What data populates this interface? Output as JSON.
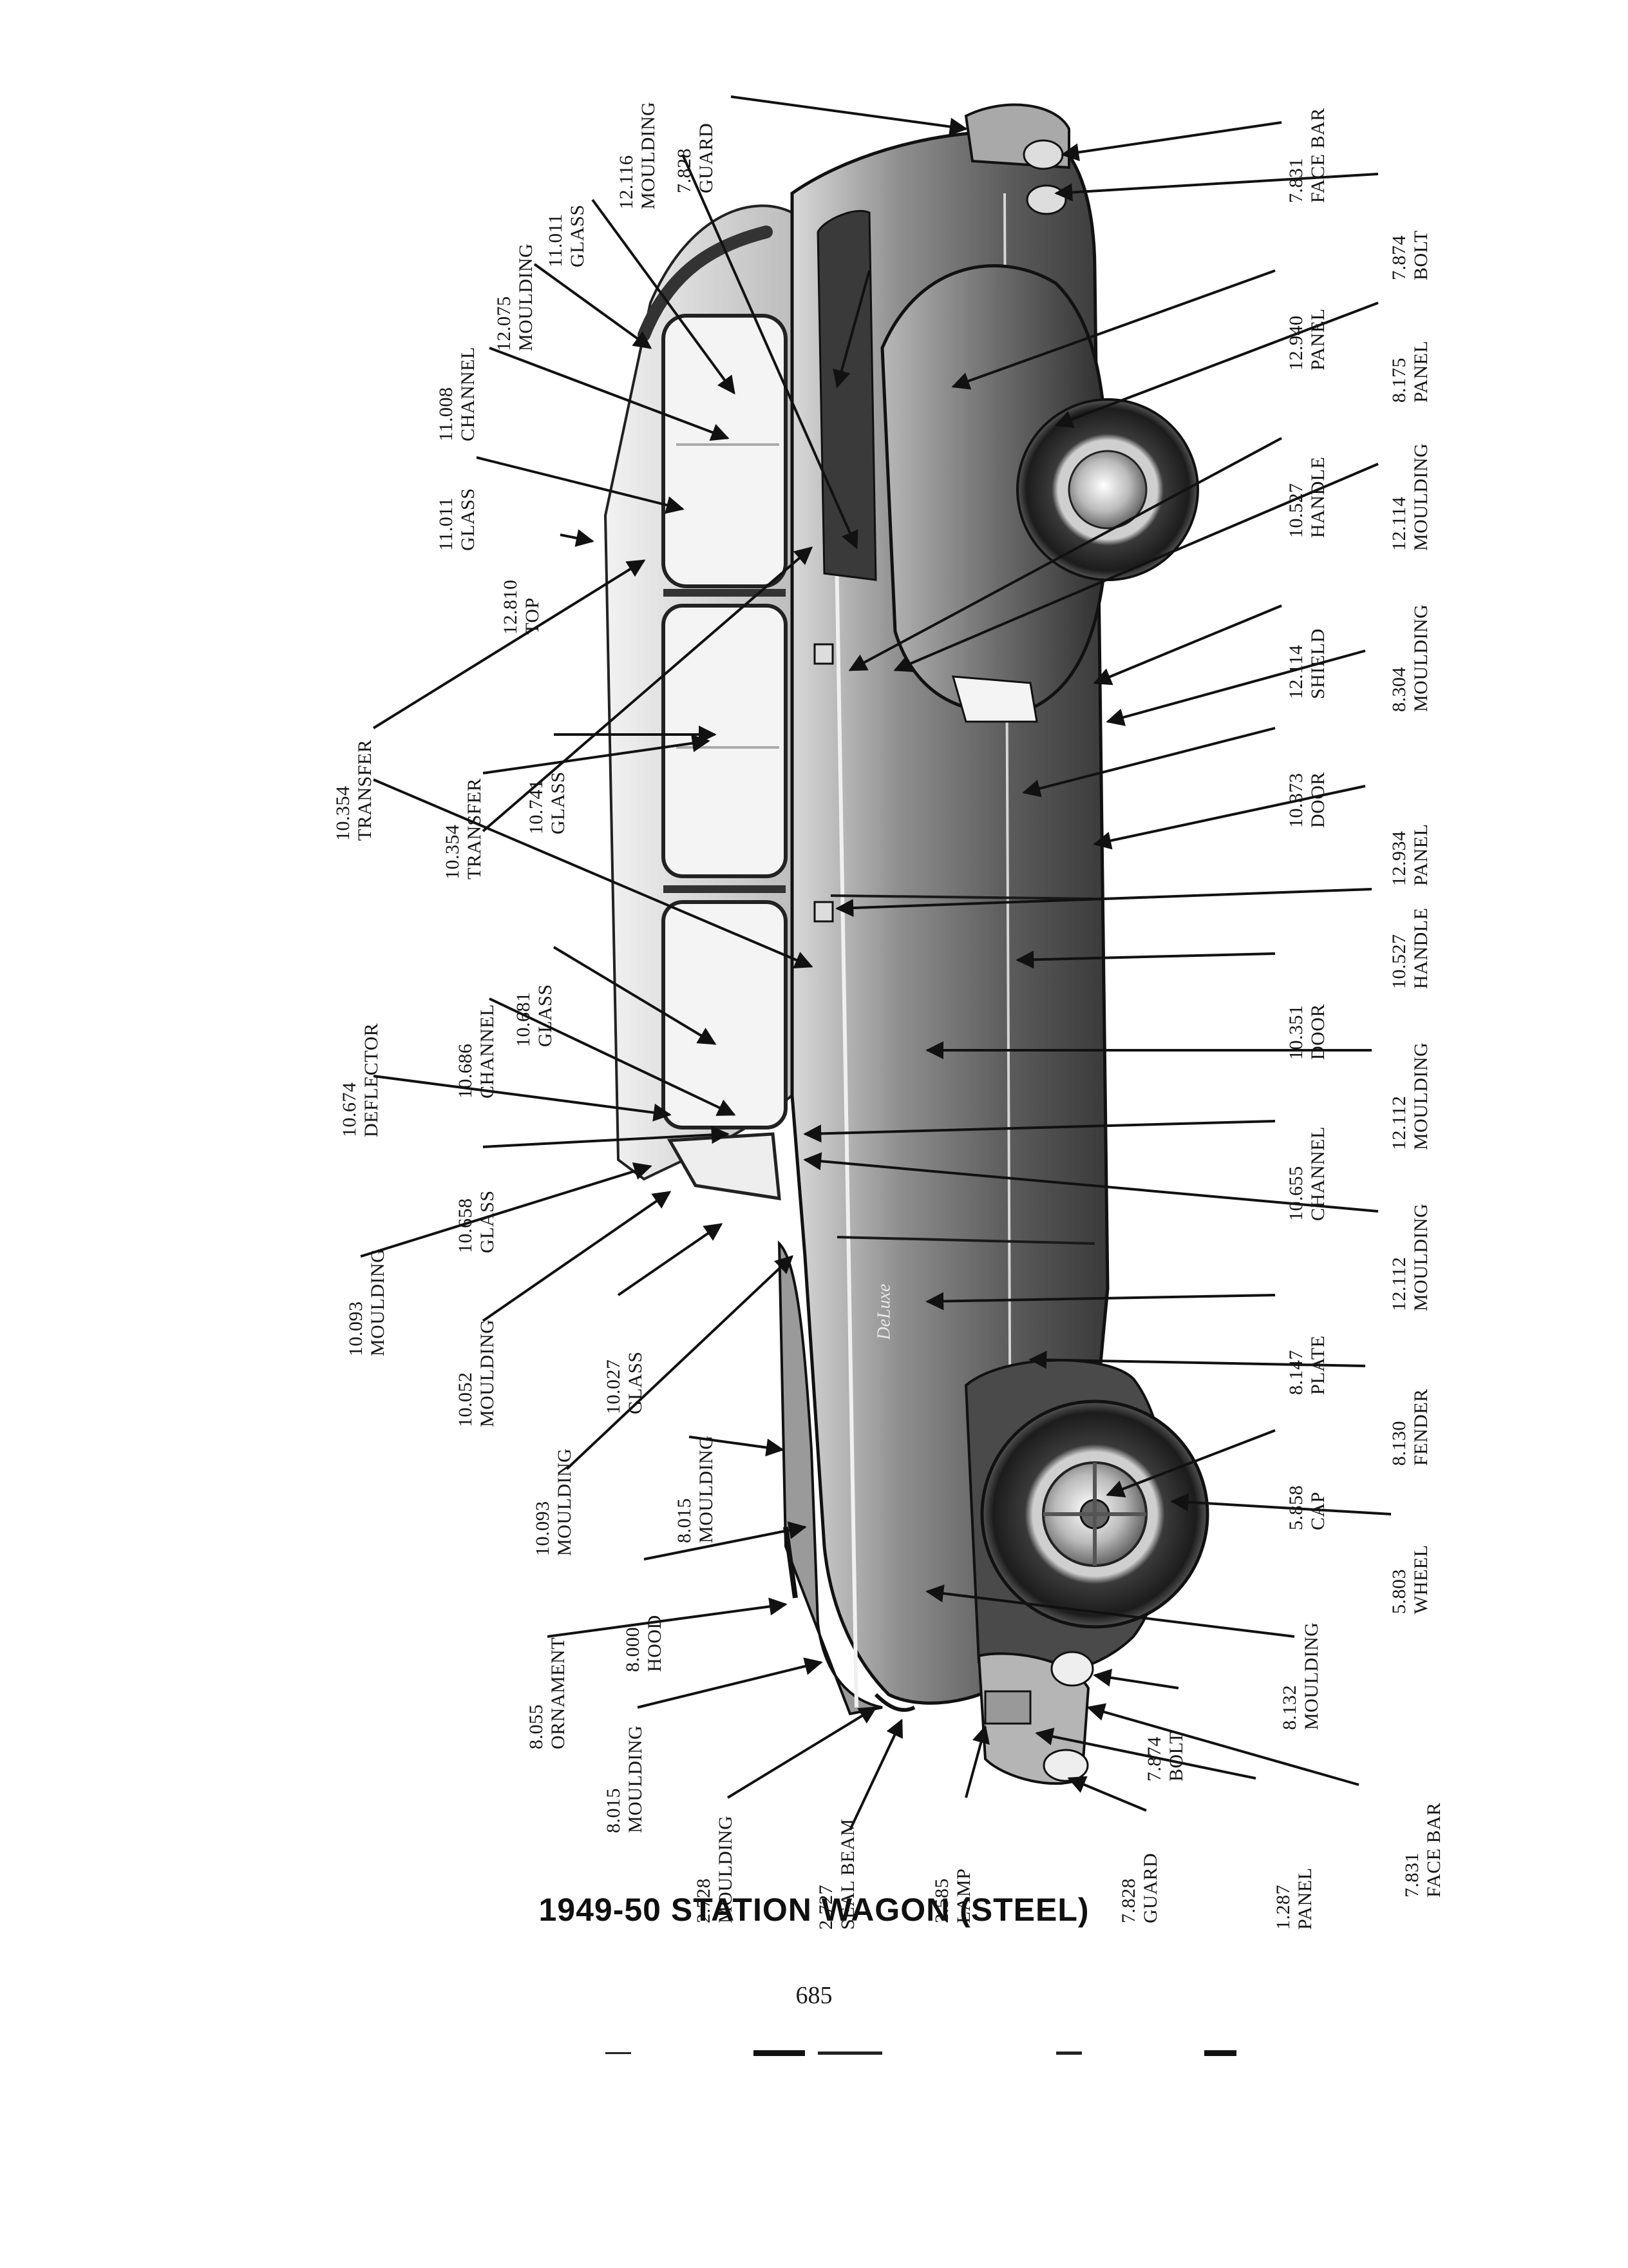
{
  "page": {
    "caption": "1949-50 STATION WAGON (STEEL)",
    "page_number": "685"
  },
  "callouts": [
    {
      "number": "7.828",
      "name": "GUARD"
    },
    {
      "number": "12.116",
      "name": "MOULDING"
    },
    {
      "number": "11.011",
      "name": "GLASS"
    },
    {
      "number": "12.075",
      "name": "MOULDING"
    },
    {
      "number": "11.008",
      "name": "CHANNEL"
    },
    {
      "number": "11.011",
      "name": "GLASS"
    },
    {
      "number": "12.810",
      "name": "TOP"
    },
    {
      "number": "10.354",
      "name": "TRANSFER"
    },
    {
      "number": "10.354",
      "name": "TRANSFER"
    },
    {
      "number": "10.741",
      "name": "GLASS"
    },
    {
      "number": "10.681",
      "name": "GLASS"
    },
    {
      "number": "10.686",
      "name": "CHANNEL"
    },
    {
      "number": "10.674",
      "name": "DEFLECTOR"
    },
    {
      "number": "10.658",
      "name": "GLASS"
    },
    {
      "number": "10.093",
      "name": "MOULDING"
    },
    {
      "number": "10.052",
      "name": "MOULDING"
    },
    {
      "number": "10.027",
      "name": "GLASS"
    },
    {
      "number": "10.093",
      "name": "MOULDING"
    },
    {
      "number": "8.015",
      "name": "MOULDING"
    },
    {
      "number": "8.000",
      "name": "HOOD"
    },
    {
      "number": "8.055",
      "name": "ORNAMENT"
    },
    {
      "number": "8.015",
      "name": "MOULDING"
    },
    {
      "number": "2.728",
      "name": "MOULDING"
    },
    {
      "number": "2.727",
      "name": "SEAL BEAM"
    },
    {
      "number": "2.585",
      "name": "LAMP"
    },
    {
      "number": "7.828",
      "name": "GUARD"
    },
    {
      "number": "1.287",
      "name": "PANEL"
    },
    {
      "number": "7.831",
      "name": "FACE BAR"
    },
    {
      "number": "7.874",
      "name": "BOLT"
    },
    {
      "number": "8.132",
      "name": "MOULDING"
    },
    {
      "number": "5.803",
      "name": "WHEEL"
    },
    {
      "number": "5.858",
      "name": "CAP"
    },
    {
      "number": "8.130",
      "name": "FENDER"
    },
    {
      "number": "8.147",
      "name": "PLATE"
    },
    {
      "number": "12.112",
      "name": "MOULDING"
    },
    {
      "number": "10.655",
      "name": "CHANNEL"
    },
    {
      "number": "12.112",
      "name": "MOULDING"
    },
    {
      "number": "10.351",
      "name": "DOOR"
    },
    {
      "number": "10.527",
      "name": "HANDLE"
    },
    {
      "number": "12.934",
      "name": "PANEL"
    },
    {
      "number": "10.373",
      "name": "DOOR"
    },
    {
      "number": "8.304",
      "name": "MOULDING"
    },
    {
      "number": "12.114",
      "name": "SHIELD"
    },
    {
      "number": "12.114",
      "name": "MOULDING"
    },
    {
      "number": "10.527",
      "name": "HANDLE"
    },
    {
      "number": "8.175",
      "name": "PANEL"
    },
    {
      "number": "12.940",
      "name": "PANEL"
    },
    {
      "number": "7.874",
      "name": "BOLT"
    },
    {
      "number": "7.831",
      "name": "FACE BAR"
    }
  ],
  "script_text": "DeLuxe"
}
